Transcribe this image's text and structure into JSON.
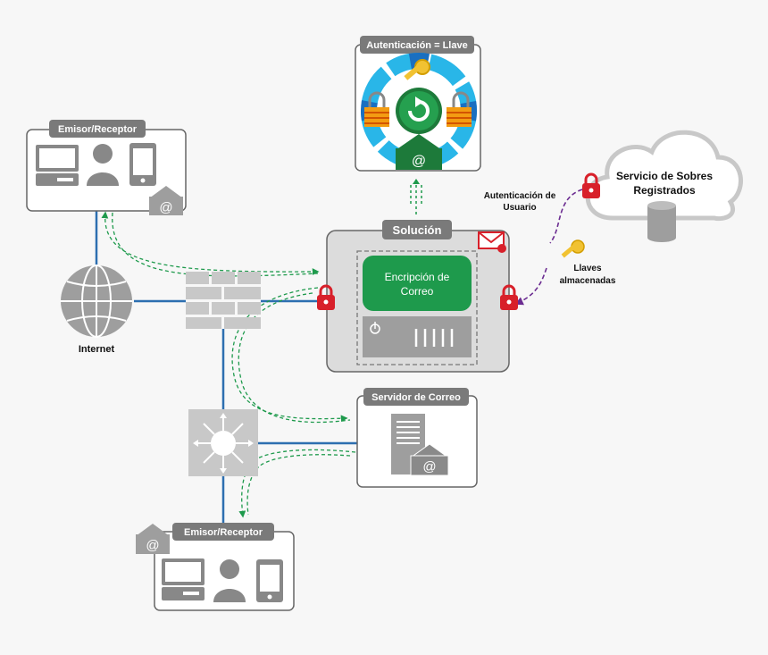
{
  "labels": {
    "emisor_top": "Emisor/Receptor",
    "emisor_bottom": "Emisor/Receptor",
    "auth": "Autenticación = Llave",
    "solution": "Solución",
    "encryption_line1": "Encripción de",
    "encryption_line2": "Correo",
    "mail_server": "Servidor de Correo",
    "internet": "Internet",
    "cloud_line1": "Servicio de Sobres",
    "cloud_line2": "Registrados",
    "user_auth_line1": "Autenticación de",
    "user_auth_line2": "Usuario",
    "keys_line1": "Llaves",
    "keys_line2": "almacenadas"
  },
  "colors": {
    "background": "#f7f7f7",
    "panel_border": "#666666",
    "label_badge": "#7a7a7a",
    "network_line": "#2d6fb0",
    "green": "#1e9a4c",
    "dark_green": "#1d7a3a",
    "purple": "#6b2c91",
    "lock_red": "#d8202a",
    "cyan": "#29b6e8",
    "blue": "#1a6fc0",
    "key_yellow": "#f1c232",
    "device_gray": "#9e9e9e"
  },
  "icons": {
    "devices": [
      "computer-icon",
      "user-icon",
      "phone-icon",
      "envelope-at-icon"
    ],
    "internet": "globe-icon",
    "firewall": "brick-wall-icon",
    "switch": "network-switch-icon",
    "server": "server-rack-icon",
    "database": "database-icon",
    "lock": "padlock-icon",
    "key": "key-icon",
    "mail": "envelope-icon",
    "refresh": "refresh-icon"
  }
}
